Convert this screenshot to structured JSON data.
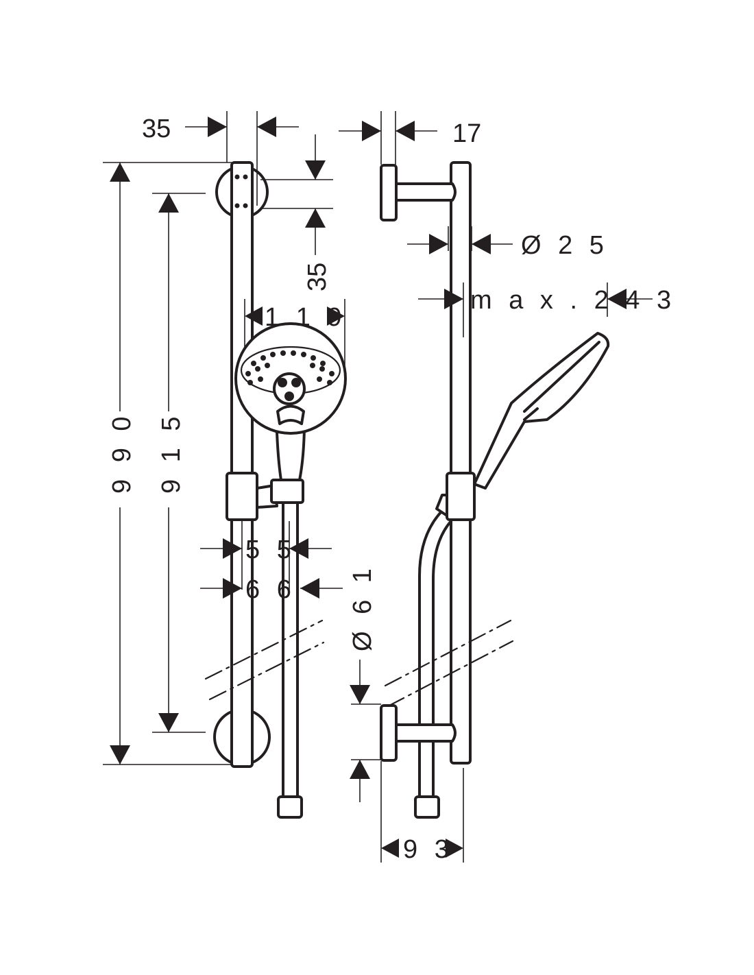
{
  "dimensions": {
    "bracket_width": "35",
    "bracket_height": "35",
    "wall_clearance": "17",
    "rail_diameter": "Ø 2 5",
    "max_projection": "m a x . 2 4 3",
    "overall_height": "9 9 0",
    "rail_length": "9 1 5",
    "head_diameter": "1 1 9",
    "slider_inner": "5 5",
    "slider_outer": "6 6",
    "bracket_diameter": "Ø 6 1",
    "rail_offset": "9 3"
  },
  "colors": {
    "line": "#231f20",
    "background": "#ffffff"
  }
}
